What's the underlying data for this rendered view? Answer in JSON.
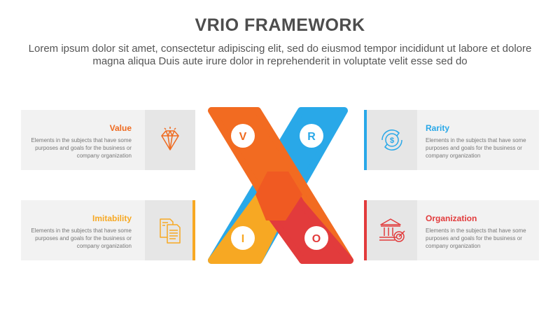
{
  "header": {
    "title": "VRIO FRAMEWORK",
    "subtitle": "Lorem ipsum dolor sit amet, consectetur adipiscing elit, sed do eiusmod tempor incididunt ut labore et dolore magna aliqua Duis aute irure dolor in reprehenderit in voluptate velit esse sed do"
  },
  "colors": {
    "value": "#ef6a1f",
    "rarity": "#29a8e8",
    "imitability": "#f7a823",
    "organization": "#e23b3c",
    "center": "#f26b21"
  },
  "letters": {
    "v": "V",
    "r": "R",
    "i": "I",
    "o": "O"
  },
  "items": [
    {
      "key": "value",
      "title": "Value",
      "description": "Elements in the subjects that have some purposes and goals for the business or company organization",
      "icon": "diamond-icon"
    },
    {
      "key": "rarity",
      "title": "Rarity",
      "description": "Elements in the subjects that have some purposes and goals for the business or company organization",
      "icon": "dollar-cycle-icon"
    },
    {
      "key": "imitability",
      "title": "Imitability",
      "description": "Elements in the subjects that have some purposes and goals for the business or company organization",
      "icon": "copy-documents-icon"
    },
    {
      "key": "organization",
      "title": "Organization",
      "description": "Elements in the subjects that have some purposes and goals for the business or company organization",
      "icon": "bank-target-icon"
    }
  ]
}
